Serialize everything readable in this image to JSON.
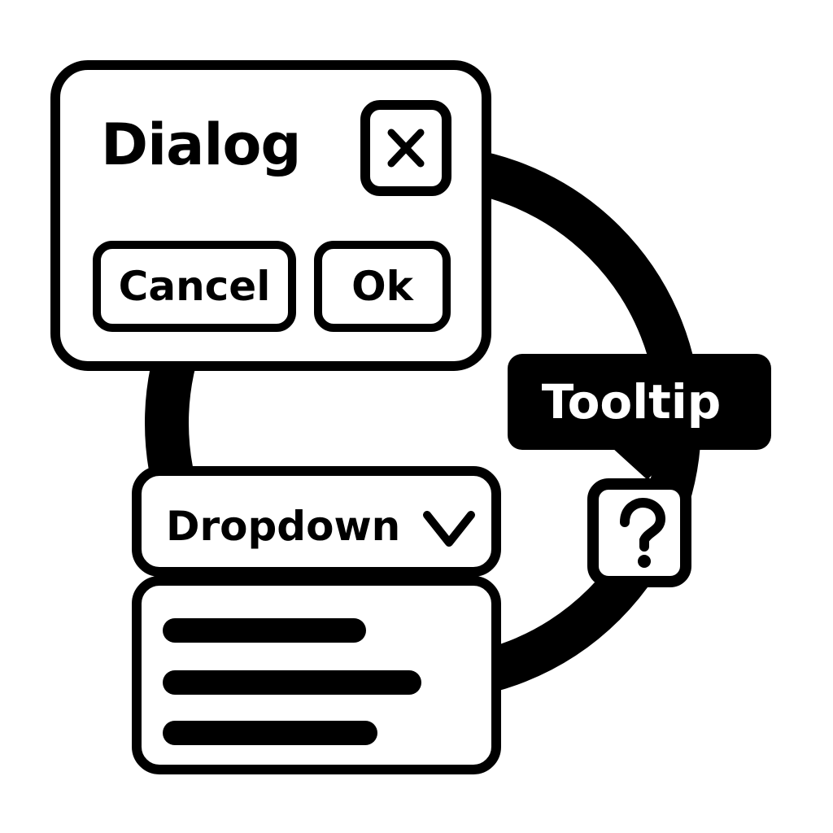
{
  "dialog": {
    "title": "Dialog",
    "cancel_label": "Cancel",
    "ok_label": "Ok",
    "close_icon": "close-x-icon"
  },
  "tooltip": {
    "label": "Tooltip",
    "help_icon": "question-mark-icon"
  },
  "dropdown": {
    "label": "Dropdown",
    "chevron_icon": "chevron-down-icon",
    "menu_item_count": 3
  },
  "colors": {
    "stroke": "#000000",
    "background": "#ffffff"
  }
}
